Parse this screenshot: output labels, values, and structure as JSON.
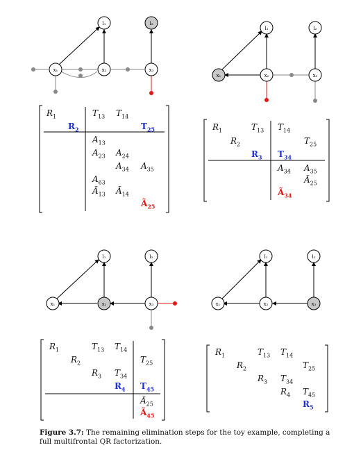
{
  "graphs": {
    "g1": {
      "x1": "x₁",
      "x2": "x₂",
      "x3": "x₃",
      "l1": "l₁",
      "l2": "l₂"
    },
    "g2": {
      "x1": "x₁",
      "x2": "x₂",
      "x3": "x₃",
      "l1": "l₁",
      "l2": "l₂"
    },
    "g3": {
      "x1": "x₁",
      "x2": "x₂",
      "x3": "x₃",
      "l1": "l₁",
      "l2": "l₂"
    },
    "g4": {
      "x1": "x₁",
      "x2": "x₂",
      "x3": "x₃",
      "l1": "l₁",
      "l2": "l₂"
    }
  },
  "colors": {
    "blue": "#1f2fd6",
    "red": "#e01818",
    "node_fill_eliminated": "#c8c8c8",
    "factor": "#808080"
  },
  "caption": {
    "label": "Figure 3.7:",
    "text": "The remaining elimination steps for the toy example, completing a full multifrontal QR factorization."
  }
}
